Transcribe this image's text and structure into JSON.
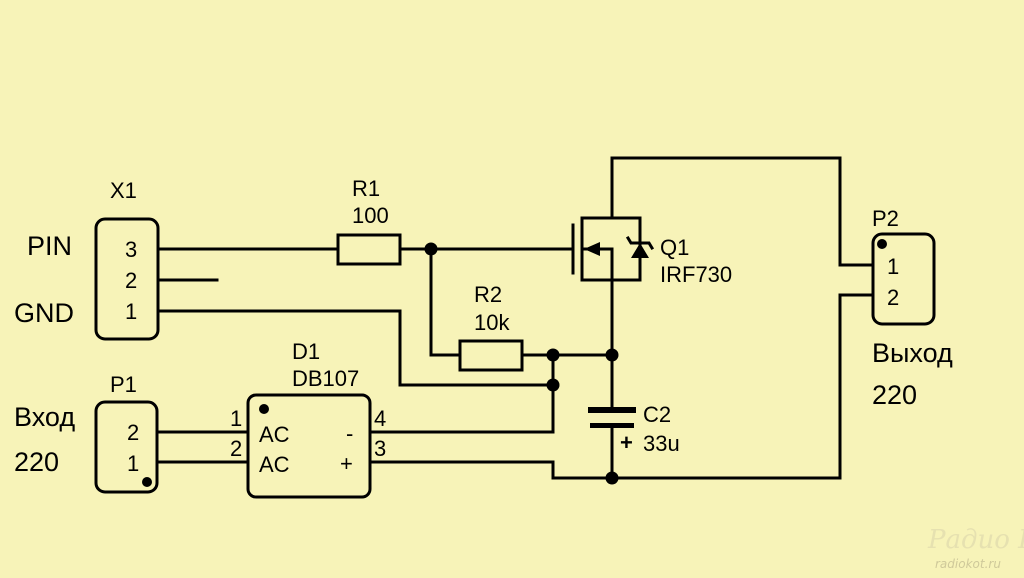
{
  "connectors": {
    "x1": {
      "ref": "X1",
      "pins": [
        "3",
        "2",
        "1"
      ],
      "signal_pin": "PIN",
      "signal_gnd": "GND"
    },
    "p1": {
      "ref": "P1",
      "pins": [
        "2",
        "1"
      ],
      "label_line1": "Вход",
      "label_line2": "220"
    },
    "p2": {
      "ref": "P2",
      "pins": [
        "1",
        "2"
      ],
      "label_line1": "Выход",
      "label_line2": "220"
    }
  },
  "components": {
    "r1": {
      "ref": "R1",
      "value": "100"
    },
    "r2": {
      "ref": "R2",
      "value": "10k"
    },
    "q1": {
      "ref": "Q1",
      "value": "IRF730"
    },
    "c2": {
      "ref": "C2",
      "value": "33u",
      "polarity": "+"
    },
    "d1": {
      "ref": "D1",
      "value": "DB107",
      "pin1": "1",
      "pin2": "2",
      "pin3": "3",
      "pin4": "4",
      "ac1": "AC",
      "ac2": "AC",
      "minus": "-",
      "plus": "+"
    }
  },
  "watermark": {
    "title": "Радио КОТ",
    "url": "radiokot.ru"
  },
  "colors": {
    "background": "#f7f3b8",
    "ink": "#000000",
    "watermark": "#e6e1b0"
  }
}
